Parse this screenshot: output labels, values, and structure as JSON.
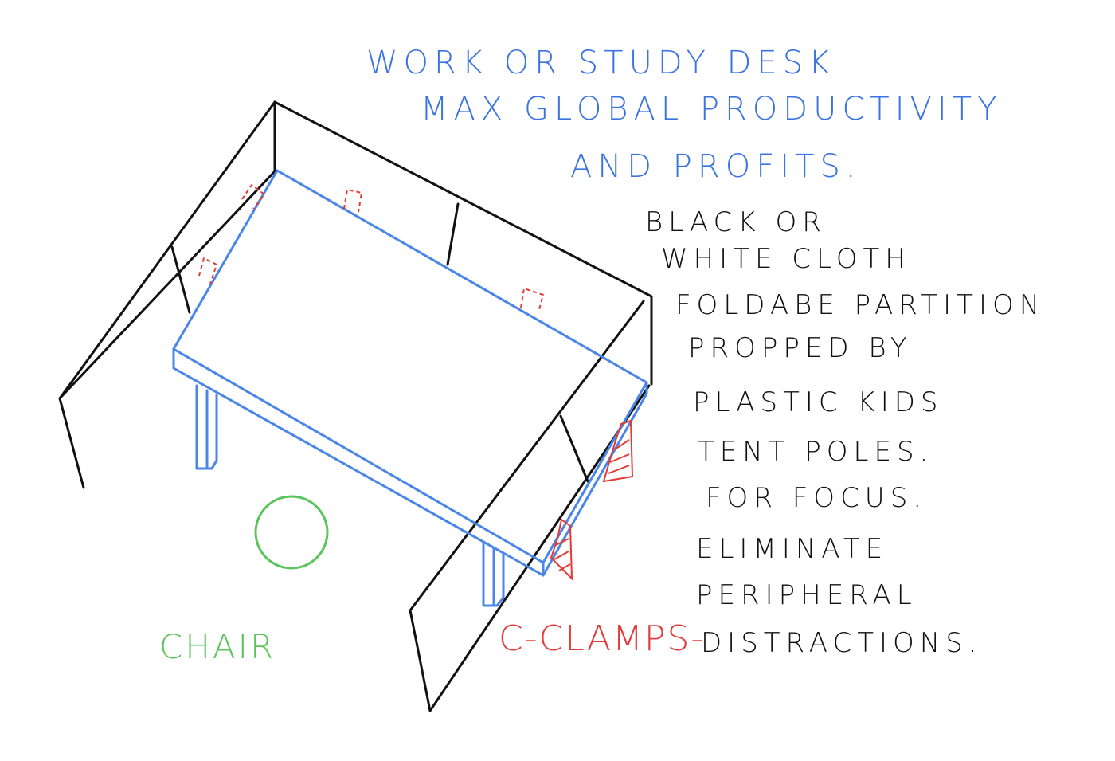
{
  "title": {
    "line1": "WORK OR STUDY DESK",
    "line2": "MAX GLOBAL PRODUCTIVITY",
    "line3": "AND PROFITS."
  },
  "notes": {
    "lines": [
      "BLACK OR",
      "WHITE CLOTH",
      "FOLDABE PARTITION",
      "PROPPED BY",
      "PLASTIC KIDS",
      "TENT POLES.",
      "FOR FOCUS.",
      "ELIMINATE",
      "PERIPHERAL",
      "DISTRACTIONS."
    ]
  },
  "labels": {
    "chair": "CHAIR",
    "clamps": "C-CLAMPS-"
  },
  "colors": {
    "title": "#3b73e0",
    "notes": "#111111",
    "desk": "#4a86e8",
    "partition": "#111111",
    "clamps": "#e53935",
    "chair": "#5cc45c"
  }
}
